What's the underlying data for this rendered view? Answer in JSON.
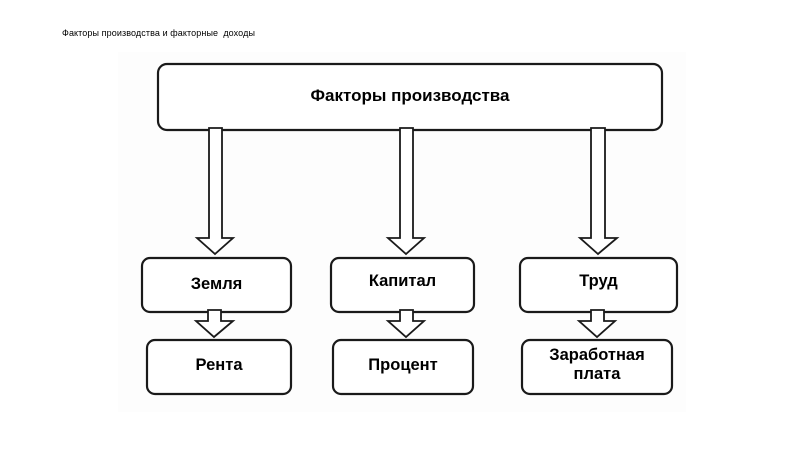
{
  "slide": {
    "title": "Факторы производства и факторные  доходы"
  },
  "diagram": {
    "top_box": "Факторы производства",
    "factors": [
      "Земля",
      "Капитал",
      "Труд"
    ],
    "incomes": [
      "Рента",
      "Процент",
      "Заработная плата"
    ]
  }
}
